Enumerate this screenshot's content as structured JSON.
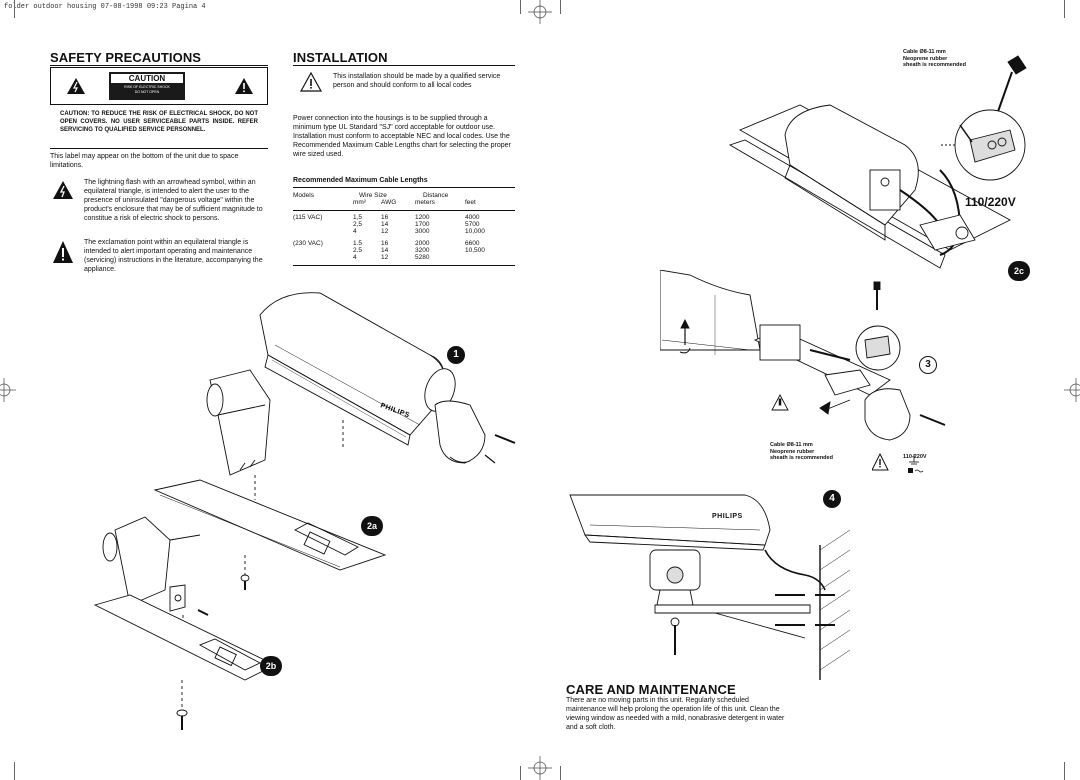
{
  "page_header": "folder outdoor housing  07-08-1998 09:23  Pagina 4",
  "safety": {
    "title": "SAFETY PRECAUTIONS",
    "caution_label": "CAUTION",
    "caution_sub_1": "RISK OF ELECTRIC SHOCK",
    "caution_sub_2": "DO NOT OPEN",
    "caution_warning": "CAUTION: TO REDUCE THE RISK OF ELECTRICAL SHOCK, DO NOT OPEN COVERS. NO USER SERVICEABLE PARTS INSIDE. REFER SERVICING TO QUALIFIED SERVICE PERSONNEL.",
    "label_note": "This label may appear on the bottom of the unit due to space limitations.",
    "lightning_text": "The lightning flash with an arrowhead symbol, within an equilateral triangle, is intended to alert the user to the presence of uninsulated \"dangerous voltage\" within the product's enclosure that may be of sufficient magnitude to constitue a risk of electric shock to persons.",
    "exclamation_text": "The exclamation point within an equilateral triangle is intended to alert important operating and maintenance (servicing) instructions in the literature, accompanying the appliance."
  },
  "installation": {
    "title": "INSTALLATION",
    "intro": "This installation should be made by a qualified service person and should conform to all local codes",
    "power_text": "Power connection into the housings is to be supplied through a minimum type UL Standard \"SJ\" cord acceptable for outdoor use. Installation must conform to acceptable NEC and local codes. Use the Recommended Maximum Cable Lengths chart for selecting the proper wire sized used.",
    "table_title": "Recommended Maximum Cable Lengths",
    "table_headers": [
      "Models",
      "Wire Size",
      "Distance"
    ],
    "table_subheaders": [
      "mm²",
      "AWG",
      "meters",
      "feet"
    ],
    "rows": [
      [
        "(115 VAC)",
        "1,5",
        "16",
        "1200",
        "4000"
      ],
      [
        "",
        "2,5",
        "14",
        "1700",
        "5700"
      ],
      [
        "",
        "4",
        "12",
        "3000",
        "10,000"
      ],
      [
        "(230 VAC)",
        "1.5",
        "16",
        "2000",
        "6600"
      ],
      [
        "",
        "2.5",
        "14",
        "3200",
        "10,500"
      ],
      [
        "",
        "4",
        "12",
        "5280",
        ""
      ]
    ]
  },
  "figures": {
    "cable_note_1": "Cable Ø8-11 mm",
    "cable_note_2": "Neoprene rubber",
    "cable_note_3": "sheath is recommended",
    "voltage": "110/220V",
    "voltage_small": "110-220V",
    "fig_1": "1",
    "fig_2a": "2a",
    "fig_2b": "2b",
    "fig_2c": "2c",
    "fig_3": "3",
    "fig_4": "4",
    "brand": "PHILIPS"
  },
  "care": {
    "title": "CARE AND MAINTENANCE",
    "text": "There are no moving parts in this unit. Regularly scheduled maintenance will help prolong the operation life of this unit. Clean the viewing window as needed with a mild, nonabrasive detergent in water and a soft cloth."
  }
}
